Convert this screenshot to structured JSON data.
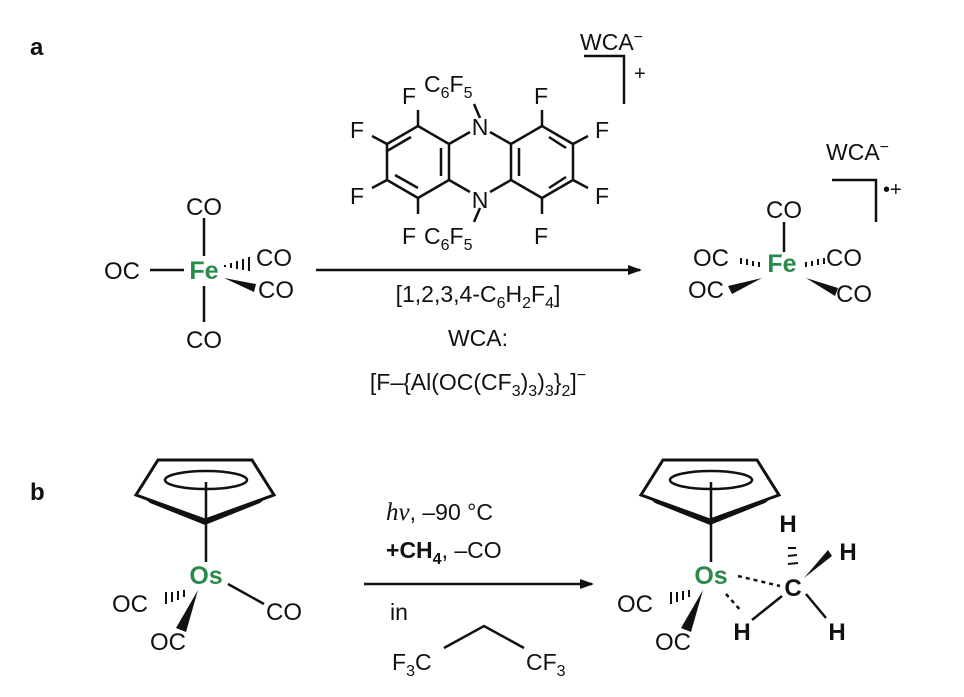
{
  "panel_a": {
    "label": "a",
    "fe_center": "Fe",
    "co": "CO",
    "oc": "OC",
    "wca_anion": "WCA",
    "minus": "−",
    "plus": "+",
    "radical_plus": "•+",
    "phenazine": {
      "f": "F",
      "n": "N",
      "c6f5_c": "C",
      "c6f5_6": "6",
      "c6f5_f": "F",
      "c6f5_5": "5"
    },
    "solvent": {
      "open": "[1,2,3,4-C",
      "s6": "6",
      "h": "H",
      "s2": "2",
      "f": "F",
      "s4": "4",
      "close": "]"
    },
    "wca_label": "WCA:",
    "wca_formula": {
      "p1": "[F–{Al(OC(CF",
      "s3a": "3",
      "p2": ")",
      "s3b": "3",
      "p3": ")",
      "s3c": "3",
      "p4": "}",
      "s2": "2",
      "p5": "]",
      "sup": "−"
    }
  },
  "panel_b": {
    "label": "b",
    "os_center": "Os",
    "co": "CO",
    "oc": "OC",
    "c_atom": "C",
    "h_atom": "H",
    "cond_hv": "hv",
    "cond_temp": ", –90 °C",
    "cond_plus": "+",
    "cond_ch": "CH",
    "cond_4": "4",
    "cond_co": ", –CO",
    "cond_in": "in",
    "cf3_f": "F",
    "cf3_3": "3",
    "cf3_c": "C",
    "cf3_right": "CF"
  },
  "colors": {
    "metal": "#2a8a4a",
    "ink": "#111111"
  }
}
